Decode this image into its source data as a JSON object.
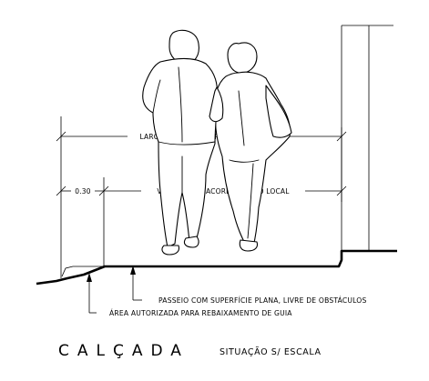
{
  "drawing": {
    "dimensions": {
      "total_width_label": "LARGURA TOTAL DO PASSEIO",
      "offset_label": "0.30",
      "variable_label": "VARIÁVEL DE ACORDO COM O LOCAL"
    },
    "notes": {
      "sidewalk_note": "PASSEIO COM SUPERFÍCIE PLANA, LIVRE DE OBSTÁCULOS",
      "curb_note": "ÁREA AUTORIZADA PARA REBAIXAMENTO DE GUIA"
    },
    "title": "CALÇADA",
    "subtitle": "SITUAÇÃO S/ ESCALA"
  }
}
